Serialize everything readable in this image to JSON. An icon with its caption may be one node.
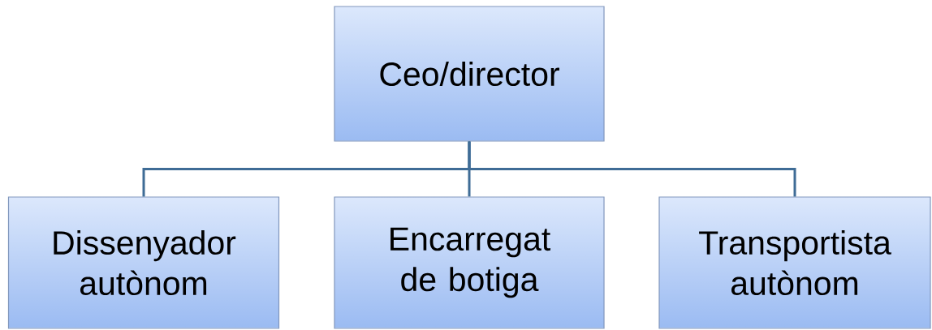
{
  "diagram": {
    "nodes": [
      {
        "text": [
          "Ceo/director"
        ]
      },
      {
        "text": [
          "Dissenyador autònom"
        ]
      },
      {
        "text": [
          "Encarregat de botiga"
        ]
      },
      {
        "text": [
          "Transportista autònom"
        ]
      }
    ],
    "edges": [
      {
        "from": 0,
        "to": 1,
        "arrow": "none"
      },
      {
        "from": 0,
        "to": 2,
        "arrow": "none"
      },
      {
        "from": 0,
        "to": 3,
        "arrow": "none"
      }
    ]
  }
}
